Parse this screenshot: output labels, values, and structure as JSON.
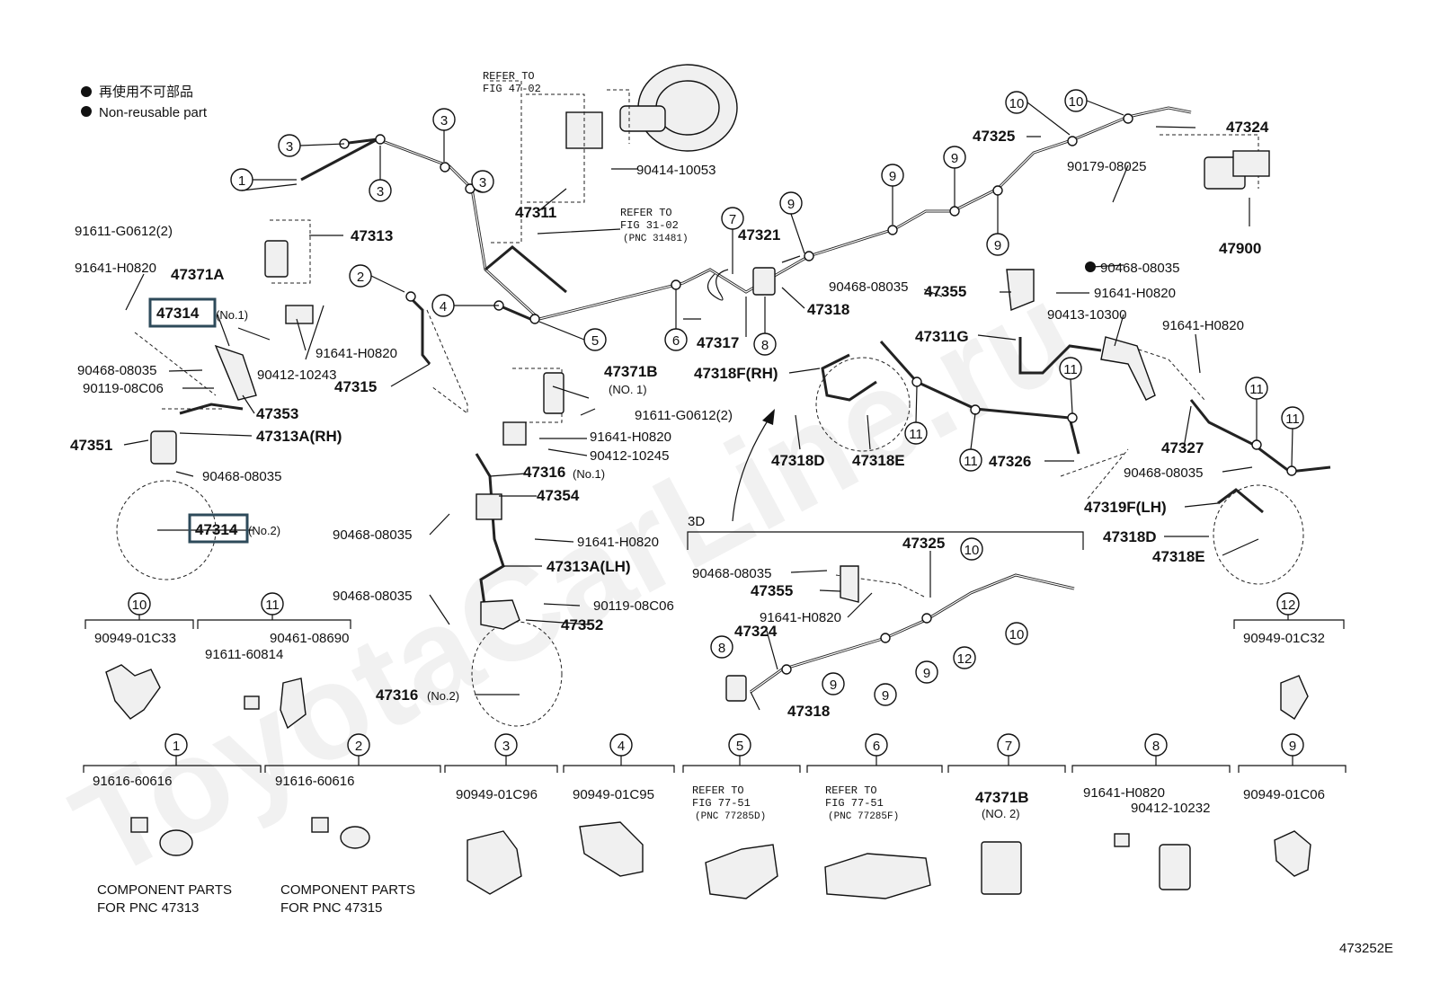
{
  "legend": {
    "line_jp": "再使用不可部品",
    "line_en": "Non-reusable part"
  },
  "watermark": "ToyotaCarLine.ru",
  "figure_code": "473252E",
  "refer_notes": {
    "fig4702": [
      "REFER TO",
      "FIG 47-02"
    ],
    "fig3102": [
      "REFER TO",
      "FIG 31-02",
      "(PNC 31481)"
    ],
    "fig7751a": [
      "REFER TO",
      "FIG 77-51",
      "(PNC 77285D)"
    ],
    "fig7751b": [
      "REFER TO",
      "FIG 77-51",
      "(PNC 77285F)"
    ]
  },
  "view_label": "3D",
  "labels": {
    "p90414_10053": "90414-10053",
    "p47311": "47311",
    "p91611_g0612_top": "91611-G0612(2)",
    "p47313": "47313",
    "p91641_h0820_a": "91641-H0820",
    "p47371a": "47371A",
    "p47314_1": "47314",
    "p47314_1_sub": "(No.1)",
    "p91641_h0820_b": "91641-H0820",
    "p90412_10243": "90412-10243",
    "p90468_08035_a": "90468-08035",
    "p90119_08c06_a": "90119-08C06",
    "p47315": "47315",
    "p47353": "47353",
    "p47351": "47351",
    "p47313a_rh": "47313A(RH)",
    "p90468_08035_b": "90468-08035",
    "p47314_2": "47314",
    "p47314_2_sub": "(No.2)",
    "p47321": "47321",
    "p47318": "47318",
    "p47317": "47317",
    "p47371b": "47371B",
    "p47371b_sub": "(NO. 1)",
    "p91611_g0612_mid": "91611-G0612(2)",
    "p91641_h0820_c": "91641-H0820",
    "p90412_10245": "90412-10245",
    "p47316_1": "47316",
    "p47316_1_sub": "(No.1)",
    "p47354": "47354",
    "p90468_08035_c": "90468-08035",
    "p91641_h0820_d": "91641-H0820",
    "p47313a_lh": "47313A(LH)",
    "p90468_08035_d": "90468-08035",
    "p90119_08c06_b": "90119-08C06",
    "p47352": "47352",
    "p47316_2": "47316",
    "p47316_2_sub": "(No.2)",
    "p47325_top": "47325",
    "p47324_top": "47324",
    "p90179_08025": "90179-08025",
    "p47900": "47900",
    "p90468_08035_e": "90468-08035",
    "p90468_08035_f": "90468-08035",
    "p47355_top": "47355",
    "p91641_h0820_e": "91641-H0820",
    "p90413_10300": "90413-10300",
    "p91641_h0820_f": "91641-H0820",
    "p47311g": "47311G",
    "p47318f_rh": "47318F(RH)",
    "p47318d_a": "47318D",
    "p47318e_a": "47318E",
    "p47326": "47326",
    "p47327": "47327",
    "p90468_08035_g": "90468-08035",
    "p47319f_lh": "47319F(LH)",
    "p47318d_b": "47318D",
    "p47318e_b": "47318E",
    "p47325_mid": "47325",
    "p90468_08035_h": "90468-08035",
    "p47355_mid": "47355",
    "p91641_h0820_g": "91641-H0820",
    "p47324_mid": "47324",
    "p47318_mid": "47318"
  },
  "clip_details": [
    {
      "num": "10",
      "part": "90949-01C33"
    },
    {
      "num": "11",
      "part": "90461-08690",
      "part2": "91611-60814"
    },
    {
      "num": "12",
      "part": "90949-01C32"
    }
  ],
  "bottom_details": [
    {
      "num": "1",
      "part": "91616-60616",
      "note1": "COMPONENT PARTS",
      "note2": "FOR PNC 47313"
    },
    {
      "num": "2",
      "part": "91616-60616",
      "note1": "COMPONENT PARTS",
      "note2": "FOR PNC 47315"
    },
    {
      "num": "3",
      "part": "90949-01C96"
    },
    {
      "num": "4",
      "part": "90949-01C95"
    },
    {
      "num": "5"
    },
    {
      "num": "6"
    },
    {
      "num": "7",
      "part": "47371B",
      "part_sub": "(NO. 2)"
    },
    {
      "num": "8",
      "part": "91641-H0820",
      "part2": "90412-10232"
    },
    {
      "num": "9",
      "part": "90949-01C06"
    }
  ],
  "callouts": {
    "c3a": "3",
    "c3b": "3",
    "c3c": "3",
    "c3d": "3",
    "c1": "1",
    "c2": "2",
    "c4": "4",
    "c5": "5",
    "c6": "6",
    "c7": "7",
    "c8": "8",
    "c9a": "9",
    "c9b": "9",
    "c9c": "9",
    "c9d": "9",
    "c10a": "10",
    "c10b": "10",
    "c11a": "11",
    "c11b": "11",
    "c11c": "11",
    "c11d": "11",
    "c11e": "11",
    "c10m": "10",
    "c10n": "10",
    "c12m": "12",
    "c9m1": "9",
    "c9m2": "9",
    "c9m3": "9",
    "c8m": "8"
  }
}
